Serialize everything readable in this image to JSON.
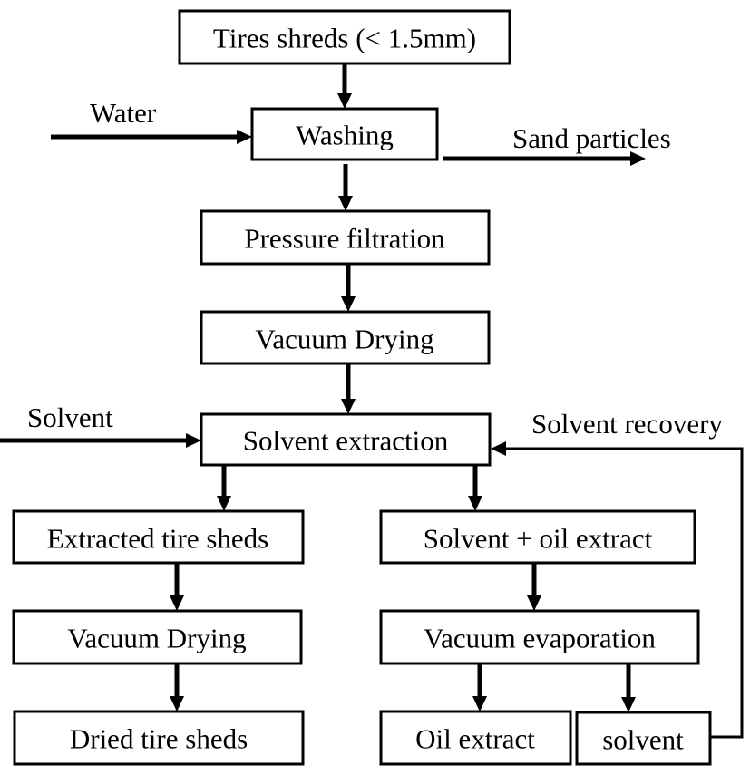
{
  "diagram": {
    "type": "process-flowchart",
    "nodes": {
      "tires_shreds": "Tires shreds (< 1.5mm)",
      "washing": "Washing",
      "pressure_filtration": "Pressure filtration",
      "vacuum_drying_1": "Vacuum Drying",
      "solvent_extraction": "Solvent extraction",
      "extracted_tire_sheds": "Extracted tire sheds",
      "vacuum_drying_2": "Vacuum Drying",
      "dried_tire_sheds": "Dried tire sheds",
      "solvent_oil_extract": "Solvent + oil extract",
      "vacuum_evaporation": "Vacuum evaporation",
      "oil_extract": "Oil extract",
      "solvent": "solvent"
    },
    "labels": {
      "water": "Water",
      "sand_particles": "Sand particles",
      "solvent_input": "Solvent",
      "solvent_recovery": "Solvent recovery"
    },
    "edges": [
      {
        "from": "tires_shreds",
        "to": "washing"
      },
      {
        "from": "water",
        "to": "washing"
      },
      {
        "from": "washing",
        "to": "sand_particles"
      },
      {
        "from": "washing",
        "to": "pressure_filtration"
      },
      {
        "from": "pressure_filtration",
        "to": "vacuum_drying_1"
      },
      {
        "from": "vacuum_drying_1",
        "to": "solvent_extraction"
      },
      {
        "from": "solvent_input",
        "to": "solvent_extraction"
      },
      {
        "from": "solvent_extraction",
        "to": "extracted_tire_sheds"
      },
      {
        "from": "solvent_extraction",
        "to": "solvent_oil_extract"
      },
      {
        "from": "extracted_tire_sheds",
        "to": "vacuum_drying_2"
      },
      {
        "from": "vacuum_drying_2",
        "to": "dried_tire_sheds"
      },
      {
        "from": "solvent_oil_extract",
        "to": "vacuum_evaporation"
      },
      {
        "from": "vacuum_evaporation",
        "to": "oil_extract"
      },
      {
        "from": "vacuum_evaporation",
        "to": "solvent"
      },
      {
        "from": "solvent",
        "to": "solvent_extraction",
        "label": "solvent_recovery"
      }
    ]
  }
}
